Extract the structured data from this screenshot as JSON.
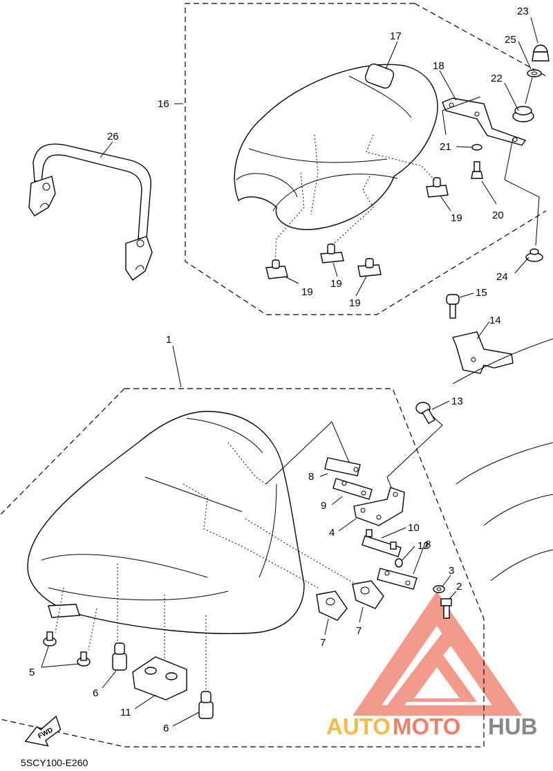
{
  "diagram_code": "5SCY100-E260",
  "forward_label": "FWD",
  "watermark": {
    "auto": "AUTO",
    "moto": "MOTO",
    "hub": "HUB"
  },
  "callouts": {
    "c1": "1",
    "c2": "2",
    "c3": "3",
    "c4": "4",
    "c5": "5",
    "c6a": "6",
    "c6b": "6",
    "c7a": "7",
    "c7b": "7",
    "c8a": "8",
    "c8b": "8",
    "c9": "9",
    "c10": "10",
    "c11": "11",
    "c12": "12",
    "c13": "13",
    "c14": "14",
    "c15": "15",
    "c16": "16",
    "c17": "17",
    "c18": "18",
    "c19a": "19",
    "c19b": "19",
    "c19c": "19",
    "c19d": "19",
    "c20": "20",
    "c21": "21",
    "c22": "22",
    "c23": "23",
    "c24": "24",
    "c25": "25",
    "c26": "26"
  },
  "colors": {
    "line": "#000000",
    "watermark_red": "#ee7f6a",
    "watermark_orange": "#f5b94a",
    "watermark_gray": "#888888"
  }
}
